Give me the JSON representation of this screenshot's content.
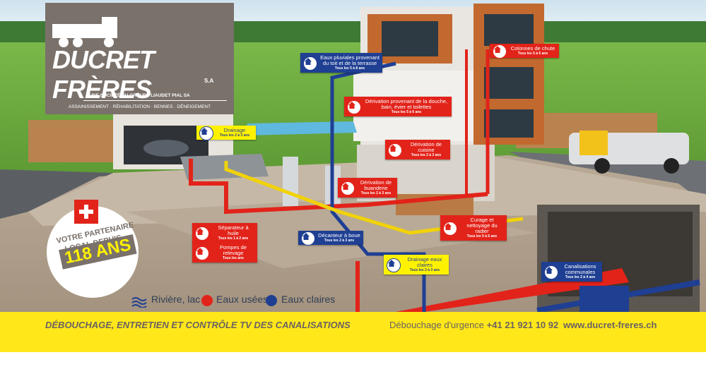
{
  "brand": {
    "name": "DUCRET FRÈRES",
    "suffix": "S.A",
    "group": "UNE SOCIÉTÉ DU GROUPE LIAUDET PIAL SA",
    "services": "ASSAINISSEMENT · RÉHABILITATION · BENNES · DÉNEIGEMENT"
  },
  "labels": [
    {
      "id": "eaux-pluviales",
      "color": "blue",
      "title": "Eaux pluviales provenant du toit et de la terrasse",
      "sub": "Tous les 5 à 8 ans"
    },
    {
      "id": "colonnes-chute",
      "color": "red",
      "title": "Colonnes de chute",
      "sub": "Tous les 5 à 6 ans"
    },
    {
      "id": "derivation-douche",
      "color": "red",
      "title": "Dérivation provenant de la douche, bain, évier et toilettes",
      "sub": "Tous les 5 à 6 ans"
    },
    {
      "id": "drainage",
      "color": "yellow",
      "title": "Drainage",
      "sub": "Tous les 2 à 3 ans"
    },
    {
      "id": "derivation-cuisine",
      "color": "red",
      "title": "Dérivation de cuisine",
      "sub": "Tous les 2 à 3 ans"
    },
    {
      "id": "derivation-buanderie",
      "color": "red",
      "title": "Dérivation de buanderie",
      "sub": "Tous les 2 à 3 ans"
    },
    {
      "id": "curage-radier",
      "color": "red",
      "title": "Curage et nettoyage du radier",
      "sub": "Tous les 5 à 6 ans"
    },
    {
      "id": "separateur-huile",
      "color": "red",
      "title": "Séparateur à huile",
      "sub": "Tous les 1 à 2 ans"
    },
    {
      "id": "pompes-relevage",
      "color": "red",
      "title": "Pompes de relevage",
      "sub": "Tous les ans"
    },
    {
      "id": "decanteur-boue",
      "color": "blue",
      "title": "Décanteur à boue",
      "sub": "Tous les 2 à 3 ans"
    },
    {
      "id": "drainage-eaux-claires",
      "color": "yellow",
      "title": "Drainage eaux claires",
      "sub": "Tous les 2 à 3 ans"
    },
    {
      "id": "canalisations-communales",
      "color": "blue",
      "title": "Canalisations communales",
      "sub": "Tous les 2 à 4 ans"
    }
  ],
  "badge": {
    "line1": "VOTRE PARTENAIRE",
    "line2": "LOCAL DEPUIS",
    "years": "118 ANS"
  },
  "legend": {
    "river": "Rivière, lac",
    "used": "Eaux usées",
    "clear": "Eaux claires"
  },
  "colors": {
    "red": "#e2231a",
    "blue": "#1f3f93",
    "yellow": "#fff200",
    "brand_gray": "#7a716b",
    "footer_bg": "#ffe71a"
  },
  "footer": {
    "slogan": "DÉBOUCHAGE, ENTRETIEN ET CONTRÔLE TV DES CANALISATIONS",
    "urgency": "Débouchage d'urgence",
    "phone": "+41 21 921 10 92",
    "website": "www.ducret-freres.ch"
  },
  "icons": {
    "label_icon": "house-icon",
    "river_icon": "wave-icon"
  }
}
